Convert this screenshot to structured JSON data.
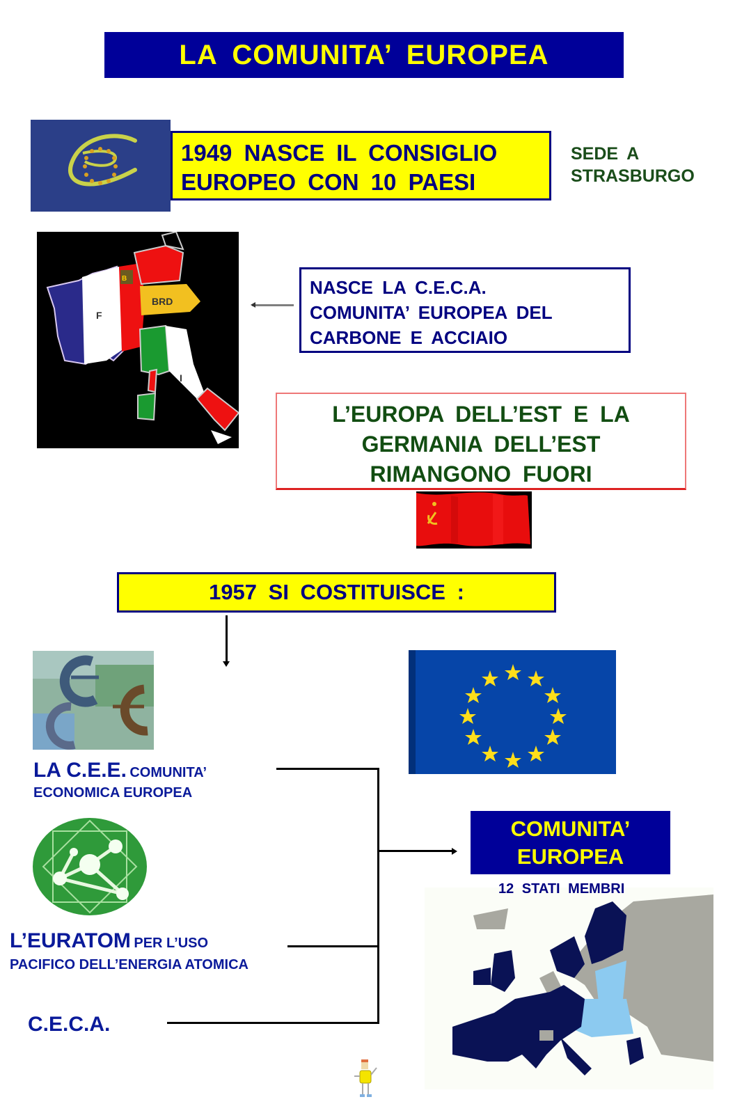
{
  "title": "LA  COMUNITA’  EUROPEA",
  "section_1949": {
    "line1": "1949  NASCE  IL  CONSIGLIO",
    "line2": "EUROPEO  CON  10  PAESI",
    "sede_line1": "SEDE  A",
    "sede_line2": "STRASBURGO",
    "logo": "council-of-europe-logo"
  },
  "section_ceca": {
    "map_labels": {
      "france": "F",
      "germany": "BRD",
      "italy": "I",
      "benelux": "B"
    },
    "line1": "NASCE   LA C.E.C.A.",
    "line2": "COMUNITA’  EUROPEA  DEL",
    "line3": "CARBONE  E  ACCIAIO"
  },
  "section_est": {
    "line1": "L’EUROPA  DELL’EST  E  LA",
    "line2": "GERMANIA  DELL’EST",
    "line3": "RIMANGONO  FUORI",
    "flag": "ussr-flag"
  },
  "section_1957": {
    "header": "1957  SI  COSTITUISCE :",
    "items": [
      {
        "big": "LA   C.E.E.",
        "small": "COMUNITA’",
        "line2": "ECONOMICA EUROPEA"
      },
      {
        "big": "L’EURATOM",
        "small": "PER L’USO",
        "line2": "PACIFICO DELL’ENERGIA ATOMICA"
      },
      {
        "big": "C.E.C.A."
      }
    ],
    "result_line1": "COMUNITA’",
    "result_line2": "EUROPEA",
    "members": "12  STATI  MEMBRI"
  },
  "colors": {
    "title_bg": "#000099",
    "title_text": "#ffff00",
    "label_blue": "#0a1a9a",
    "label_green": "#124d12",
    "eu_blue": "#0645a8"
  }
}
